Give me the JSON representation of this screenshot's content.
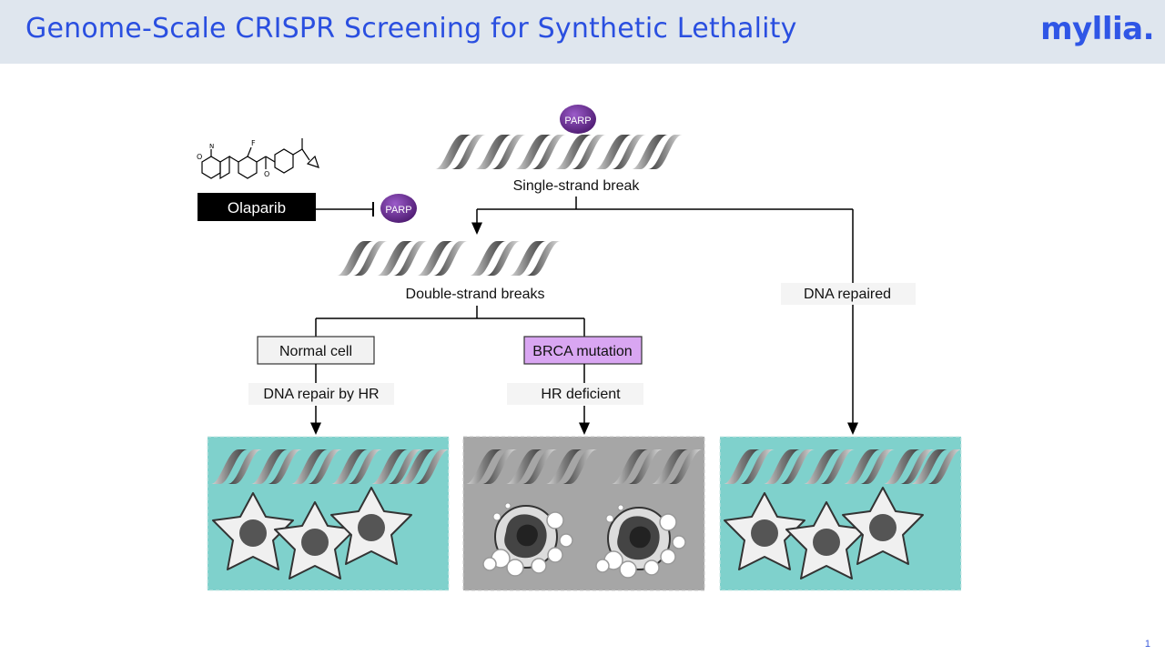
{
  "slide": {
    "title": "Genome-Scale CRISPR Screening for Synthetic Lethality",
    "logo": "myllia.",
    "page_number": "1"
  },
  "diagram": {
    "drug_label": "Olaparib",
    "parp_label": "PARP",
    "single_strand_break": "Single-strand break",
    "double_strand_breaks": "Double-strand breaks",
    "dna_repaired": "DNA repaired",
    "normal_cell": "Normal cell",
    "brca_mutation": "BRCA mutation",
    "dna_repair_by_hr": "DNA repair by HR",
    "hr_deficient": "HR deficient",
    "colors": {
      "parp": "#6a2c91",
      "brca_box": "#d9a6f2",
      "healthy_panel": "#7fd1cc",
      "dead_panel": "#a6a6a6",
      "drug_box": "#000000"
    }
  }
}
